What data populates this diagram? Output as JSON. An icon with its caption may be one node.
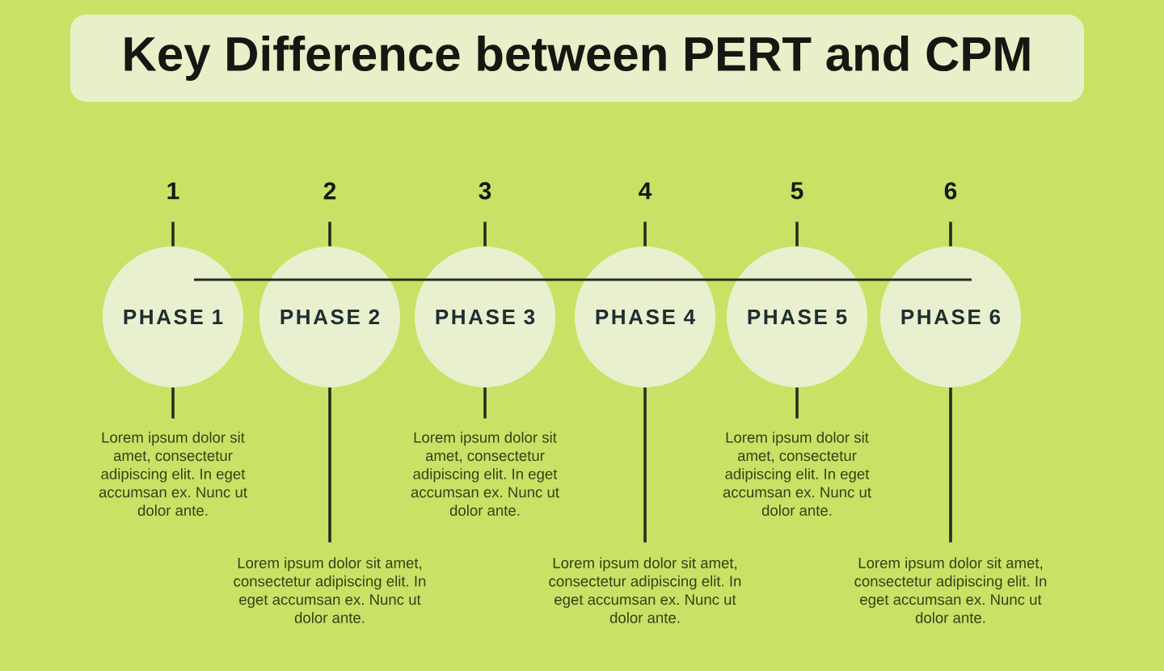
{
  "diagram": {
    "title": "Key Difference between PERT and CPM",
    "nodes": [
      {
        "text": [
          "1"
        ]
      },
      {
        "text": [
          "2"
        ]
      },
      {
        "text": [
          "3"
        ]
      },
      {
        "text": [
          "4"
        ]
      },
      {
        "text": [
          "5"
        ]
      },
      {
        "text": [
          "6"
        ]
      },
      {
        "text": [
          "PHASE 1"
        ]
      },
      {
        "text": [
          "PHASE 2"
        ]
      },
      {
        "text": [
          "PHASE 3"
        ]
      },
      {
        "text": [
          "PHASE 4"
        ]
      },
      {
        "text": [
          "PHASE 5"
        ]
      },
      {
        "text": [
          "PHASE 6"
        ]
      },
      {
        "text": [
          "Lorem ipsum dolor sit amet, consectetur adipiscing elit. In eget accumsan ex. Nunc ut dolor ante."
        ]
      },
      {
        "text": [
          "Lorem ipsum dolor sit amet, consectetur adipiscing elit. In eget accumsan ex. Nunc ut dolor ante."
        ]
      },
      {
        "text": [
          "Lorem ipsum dolor sit amet, consectetur adipiscing elit. In eget accumsan ex. Nunc ut dolor ante."
        ]
      },
      {
        "text": [
          "Lorem ipsum dolor sit amet, consectetur adipiscing elit. In eget accumsan ex. Nunc ut dolor ante."
        ]
      },
      {
        "text": [
          "Lorem ipsum dolor sit amet, consectetur adipiscing elit. In eget accumsan ex. Nunc ut dolor ante."
        ]
      },
      {
        "text": [
          "Lorem ipsum dolor sit amet, consectetur adipiscing elit. In eget accumsan ex. Nunc ut dolor ante."
        ]
      }
    ],
    "edges": [
      {
        "from": 0,
        "to": 6,
        "arrow": "none"
      },
      {
        "from": 1,
        "to": 7,
        "arrow": "none"
      },
      {
        "from": 2,
        "to": 8,
        "arrow": "none"
      },
      {
        "from": 3,
        "to": 9,
        "arrow": "none"
      },
      {
        "from": 4,
        "to": 10,
        "arrow": "none"
      },
      {
        "from": 5,
        "to": 11,
        "arrow": "none"
      },
      {
        "from": 6,
        "to": 7,
        "arrow": "none"
      },
      {
        "from": 7,
        "to": 8,
        "arrow": "none"
      },
      {
        "from": 8,
        "to": 9,
        "arrow": "none"
      },
      {
        "from": 9,
        "to": 10,
        "arrow": "none"
      },
      {
        "from": 10,
        "to": 11,
        "arrow": "none"
      },
      {
        "from": 6,
        "to": 12,
        "arrow": "none"
      },
      {
        "from": 7,
        "to": 13,
        "arrow": "none"
      },
      {
        "from": 8,
        "to": 14,
        "arrow": "none"
      },
      {
        "from": 9,
        "to": 15,
        "arrow": "none"
      },
      {
        "from": 10,
        "to": 16,
        "arrow": "none"
      },
      {
        "from": 11,
        "to": 17,
        "arrow": "none"
      }
    ]
  }
}
